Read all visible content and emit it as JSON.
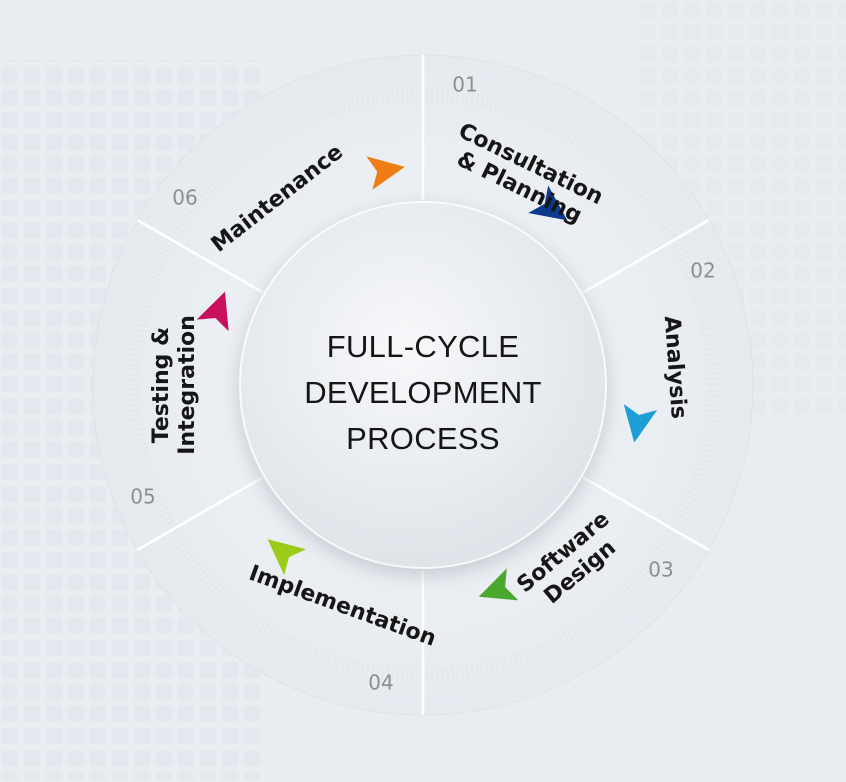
{
  "title_lines": [
    "FULL-CYCLE",
    "DEVELOPMENT",
    "PROCESS"
  ],
  "steps": [
    {
      "number": "01",
      "label_lines": [
        "Consultation",
        "& Planning"
      ],
      "color": "#0d3a8c"
    },
    {
      "number": "02",
      "label_lines": [
        "Analysis"
      ],
      "color": "#1e9ed6"
    },
    {
      "number": "03",
      "label_lines": [
        "Software",
        "Design"
      ],
      "color": "#4aa82e"
    },
    {
      "number": "04",
      "label_lines": [
        "Implementation"
      ],
      "color": "#9ccc1a"
    },
    {
      "number": "05",
      "label_lines": [
        "Testing &",
        "Integration"
      ],
      "color": "#c8105e"
    },
    {
      "number": "06",
      "label_lines": [
        "Maintenance"
      ],
      "color": "#f07d13"
    }
  ],
  "colors": {
    "background": "#e9edf2",
    "label": "#161616",
    "number": "#8a8f96",
    "divider": "#ffffff"
  }
}
